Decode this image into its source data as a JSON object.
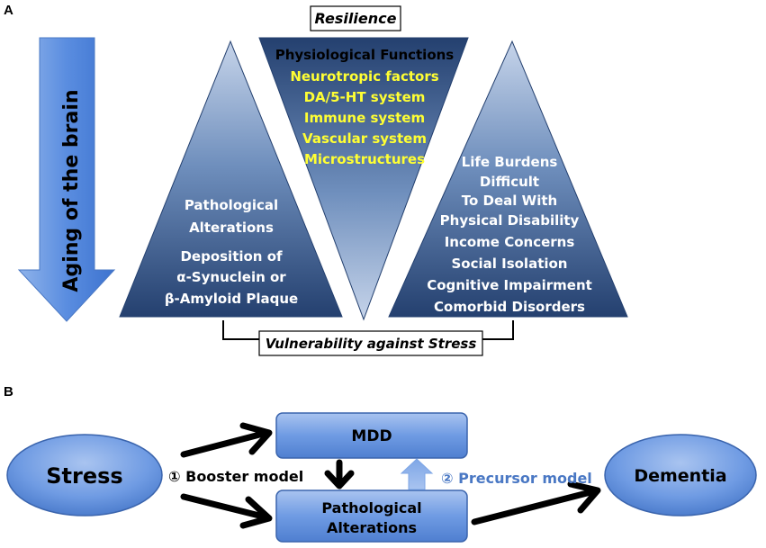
{
  "panel_a": {
    "letter": "A",
    "aging_label": "Aging of the brain",
    "resilience_label": "Resilience",
    "vulnerability_label": "Vulnerability against Stress",
    "left_triangle": [
      "Pathological",
      "Alterations",
      "Deposition of",
      "α-Synuclein or",
      "β-Amyloid Plaque"
    ],
    "middle_triangle": {
      "title": "Physiological Functions",
      "items": [
        "Neurotropic factors",
        "DA/5-HT system",
        "Immune system",
        "Vascular system",
        "Microstructures"
      ]
    },
    "right_triangle": [
      "Life Burdens",
      "Difficult",
      "To Deal With",
      "Physical Disability",
      "Income Concerns",
      "Social Isolation",
      "Cognitive Impairment",
      "Comorbid Disorders"
    ]
  },
  "panel_b": {
    "letter": "B",
    "stress": "Stress",
    "mdd": "MDD",
    "pathological": [
      "Pathological",
      "Alterations"
    ],
    "dementia": "Dementia",
    "booster": "① Booster model",
    "precursor": "② Precursor model"
  },
  "colors": {
    "triangle_dark": "#24406f",
    "triangle_light": "#a9bedd",
    "yellow_text": "#ffff33",
    "node_blue": "#6f9be3",
    "precursor_text": "#4a78c4"
  }
}
